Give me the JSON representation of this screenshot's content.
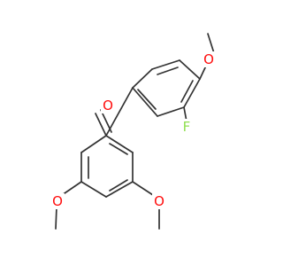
{
  "molecule": {
    "atoms": {
      "carbonyl_oxygen": {
        "symbol": "O",
        "color": "#ff0d0d"
      },
      "fluorine": {
        "symbol": "F",
        "color": "#90e050"
      },
      "methoxy_oxygen_top": {
        "symbol": "O",
        "color": "#ff0d0d"
      },
      "methoxy_oxygen_left": {
        "symbol": "O",
        "color": "#ff0d0d"
      },
      "methoxy_oxygen_right": {
        "symbol": "O",
        "color": "#ff0d0d"
      }
    },
    "bond_color": "#333333",
    "background": "#ffffff"
  }
}
